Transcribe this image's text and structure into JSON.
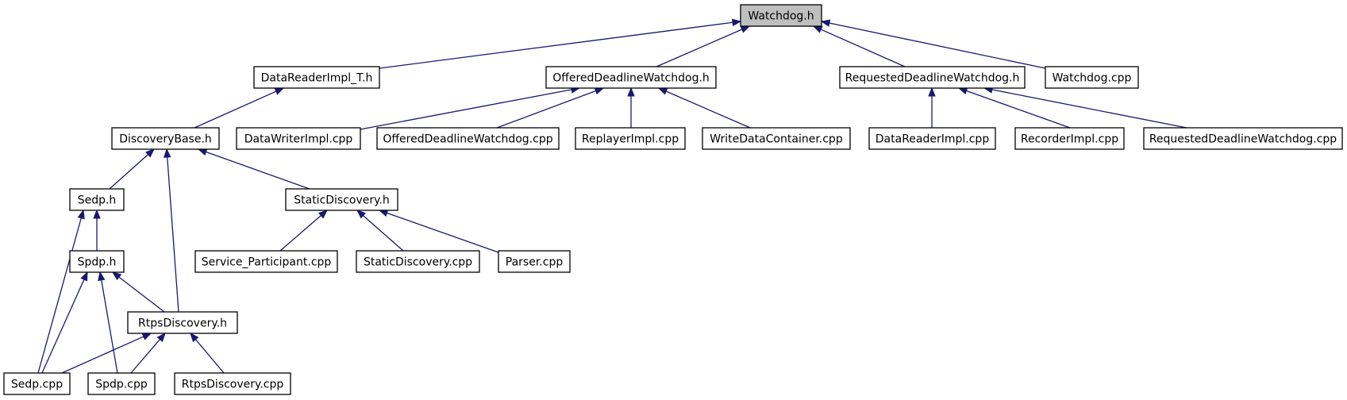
{
  "diagram": {
    "type": "include-dependency-graph",
    "colors": {
      "edge": "#191970",
      "root_fill": "#bfbfbf",
      "node_fill": "#ffffff",
      "border": "#000000"
    },
    "root": "watchdog_h",
    "nodes": [
      {
        "id": "watchdog_h",
        "label": "Watchdog.h"
      },
      {
        "id": "datareaderimpl_t_h",
        "label": "DataReaderImpl_T.h"
      },
      {
        "id": "offereddeadlinewatchdog_h",
        "label": "OfferedDeadlineWatchdog.h"
      },
      {
        "id": "requesteddeadlinewatchdog_h",
        "label": "RequestedDeadlineWatchdog.h"
      },
      {
        "id": "watchdog_cpp",
        "label": "Watchdog.cpp"
      },
      {
        "id": "discoverybase_h",
        "label": "DiscoveryBase.h"
      },
      {
        "id": "datawriterimpl_cpp",
        "label": "DataWriterImpl.cpp"
      },
      {
        "id": "offereddeadlinewatchdog_cpp",
        "label": "OfferedDeadlineWatchdog.cpp"
      },
      {
        "id": "replayerimpl_cpp",
        "label": "ReplayerImpl.cpp"
      },
      {
        "id": "writedatacontainer_cpp",
        "label": "WriteDataContainer.cpp"
      },
      {
        "id": "datareaderimpl_cpp",
        "label": "DataReaderImpl.cpp"
      },
      {
        "id": "recorderimpl_cpp",
        "label": "RecorderImpl.cpp"
      },
      {
        "id": "requesteddeadlinewatchdog_cpp",
        "label": "RequestedDeadlineWatchdog.cpp"
      },
      {
        "id": "sedp_h",
        "label": "Sedp.h"
      },
      {
        "id": "staticdiscovery_h",
        "label": "StaticDiscovery.h"
      },
      {
        "id": "spdp_h",
        "label": "Spdp.h"
      },
      {
        "id": "service_participant_cpp",
        "label": "Service_Participant.cpp"
      },
      {
        "id": "staticdiscovery_cpp",
        "label": "StaticDiscovery.cpp"
      },
      {
        "id": "parser_cpp",
        "label": "Parser.cpp"
      },
      {
        "id": "rtpsdiscovery_h",
        "label": "RtpsDiscovery.h"
      },
      {
        "id": "sedp_cpp",
        "label": "Sedp.cpp"
      },
      {
        "id": "spdp_cpp",
        "label": "Spdp.cpp"
      },
      {
        "id": "rtpsdiscovery_cpp",
        "label": "RtpsDiscovery.cpp"
      }
    ],
    "edges": [
      {
        "from": "datareaderimpl_t_h",
        "to": "watchdog_h"
      },
      {
        "from": "offereddeadlinewatchdog_h",
        "to": "watchdog_h"
      },
      {
        "from": "requesteddeadlinewatchdog_h",
        "to": "watchdog_h"
      },
      {
        "from": "watchdog_cpp",
        "to": "watchdog_h"
      },
      {
        "from": "discoverybase_h",
        "to": "datareaderimpl_t_h"
      },
      {
        "from": "datawriterimpl_cpp",
        "to": "offereddeadlinewatchdog_h"
      },
      {
        "from": "offereddeadlinewatchdog_cpp",
        "to": "offereddeadlinewatchdog_h"
      },
      {
        "from": "replayerimpl_cpp",
        "to": "offereddeadlinewatchdog_h"
      },
      {
        "from": "writedatacontainer_cpp",
        "to": "offereddeadlinewatchdog_h"
      },
      {
        "from": "datareaderimpl_cpp",
        "to": "requesteddeadlinewatchdog_h"
      },
      {
        "from": "recorderimpl_cpp",
        "to": "requesteddeadlinewatchdog_h"
      },
      {
        "from": "requesteddeadlinewatchdog_cpp",
        "to": "requesteddeadlinewatchdog_h"
      },
      {
        "from": "sedp_h",
        "to": "discoverybase_h"
      },
      {
        "from": "rtpsdiscovery_h",
        "to": "discoverybase_h"
      },
      {
        "from": "staticdiscovery_h",
        "to": "discoverybase_h"
      },
      {
        "from": "spdp_h",
        "to": "sedp_h"
      },
      {
        "from": "sedp_cpp",
        "to": "sedp_h"
      },
      {
        "from": "service_participant_cpp",
        "to": "staticdiscovery_h"
      },
      {
        "from": "staticdiscovery_cpp",
        "to": "staticdiscovery_h"
      },
      {
        "from": "parser_cpp",
        "to": "staticdiscovery_h"
      },
      {
        "from": "rtpsdiscovery_h",
        "to": "spdp_h"
      },
      {
        "from": "sedp_cpp",
        "to": "spdp_h"
      },
      {
        "from": "spdp_cpp",
        "to": "spdp_h"
      },
      {
        "from": "sedp_cpp",
        "to": "rtpsdiscovery_h"
      },
      {
        "from": "spdp_cpp",
        "to": "rtpsdiscovery_h"
      },
      {
        "from": "rtpsdiscovery_cpp",
        "to": "rtpsdiscovery_h"
      }
    ]
  }
}
